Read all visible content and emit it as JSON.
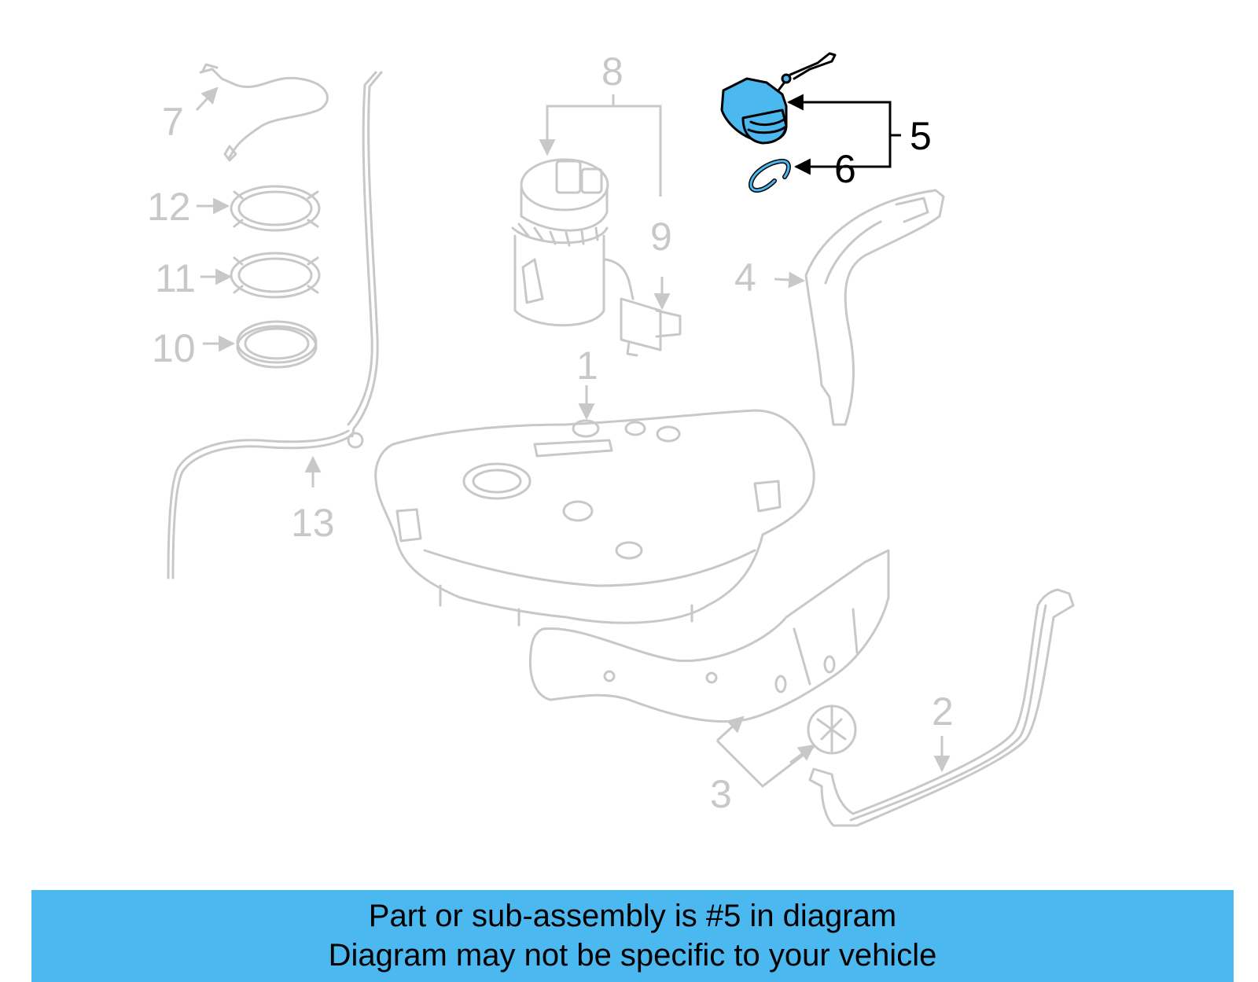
{
  "diagram": {
    "callouts": {
      "c1": "1",
      "c2": "2",
      "c3": "3",
      "c4": "4",
      "c5": "5",
      "c6": "6",
      "c7": "7",
      "c8": "8",
      "c9": "9",
      "c10": "10",
      "c11": "11",
      "c12": "12",
      "c13": "13"
    },
    "highlighted_part": "5",
    "colors": {
      "highlight": "#4bb8f0",
      "faded_line": "#c8c8c8",
      "active_line": "#000000"
    }
  },
  "banner": {
    "line1": "Part or sub-assembly is #5 in diagram",
    "line2": "Diagram may not be specific to your vehicle"
  }
}
